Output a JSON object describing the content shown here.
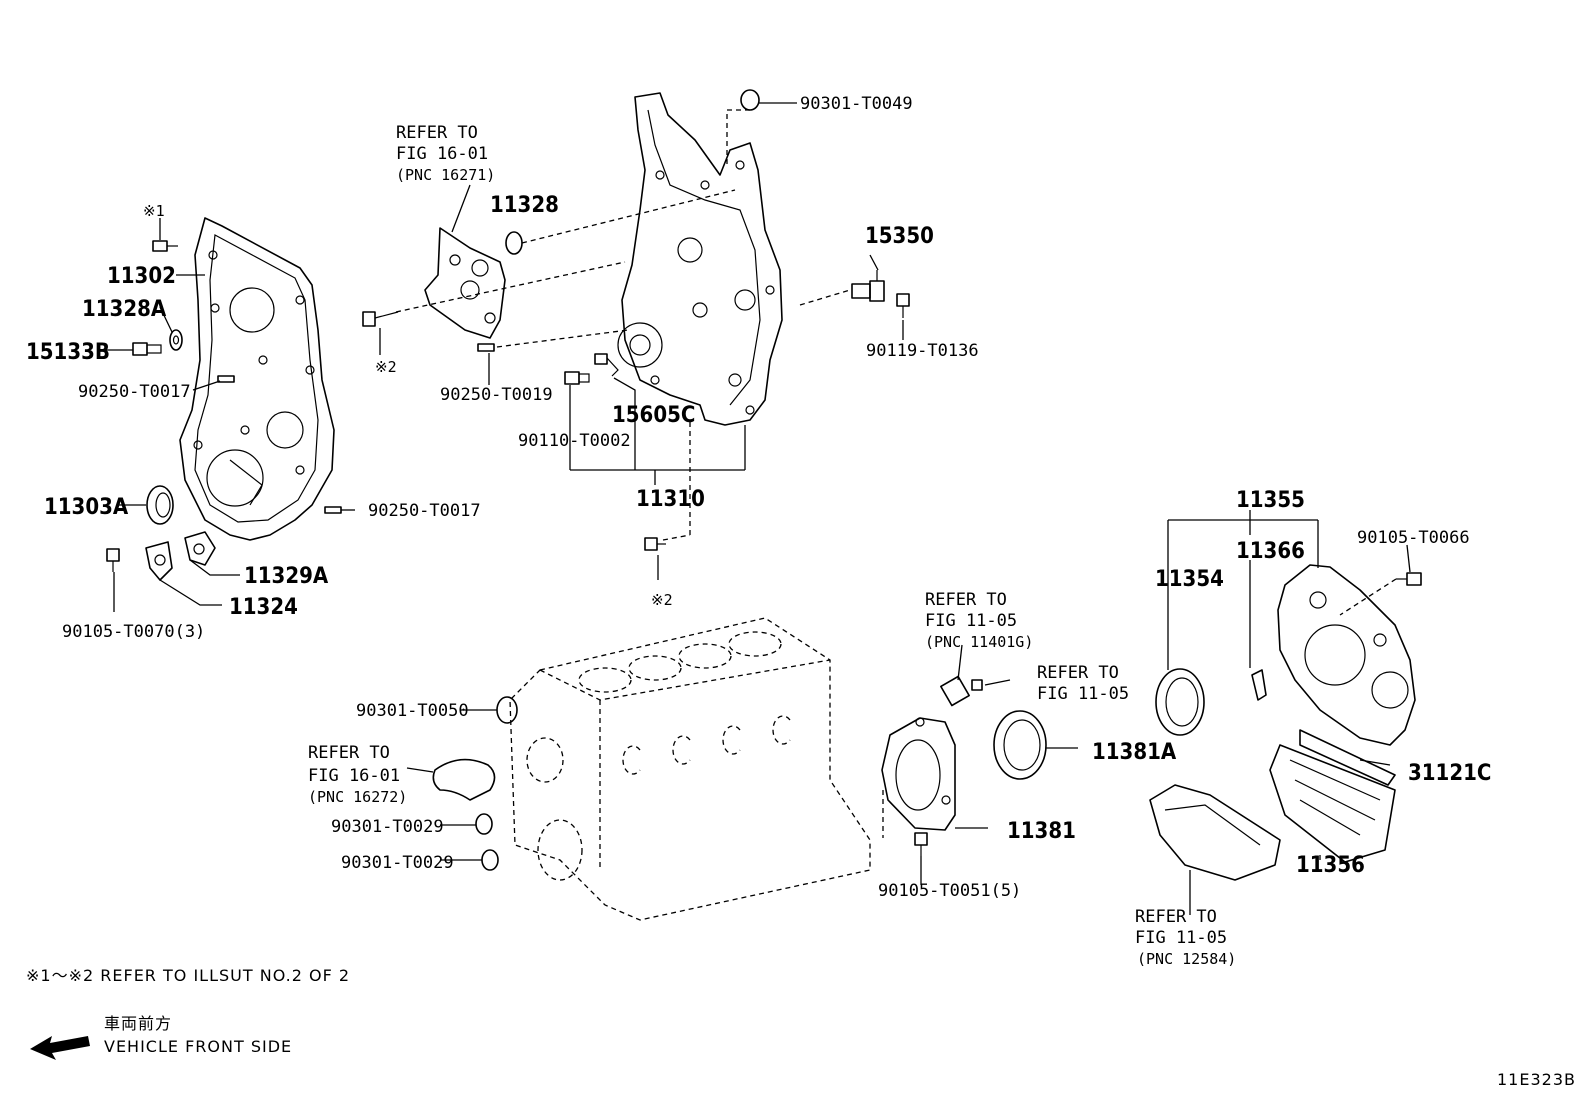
{
  "callouts": {
    "c_90301_T0049": "90301-T0049",
    "ref1_line1": "REFER TO",
    "ref1_line2": "FIG 16-01",
    "ref1_line3": "(PNC 16271)",
    "c_11328": "11328",
    "mark1": "※1",
    "c_11302": "11302",
    "c_11328A": "11328A",
    "c_15133B": "15133B",
    "c_90250_T0017_a": "90250-T0017",
    "mark2_a": "※2",
    "c_90250_T0019": "90250-T0019",
    "c_15350": "15350",
    "c_90119_T0136": "90119-T0136",
    "c_15605C": "15605C",
    "c_90110_T0002": "90110-T0002",
    "c_11310": "11310",
    "c_11303A": "11303A",
    "c_90250_T0017_b": "90250-T0017",
    "c_11329A": "11329A",
    "c_11324": "11324",
    "c_90105_T0070": "90105-T0070(3)",
    "mark2_b": "※2",
    "c_11355": "11355",
    "c_90105_T0066": "90105-T0066",
    "c_11366": "11366",
    "c_11354": "11354",
    "ref2_line1": "REFER TO",
    "ref2_line2": "FIG 11-05",
    "ref2_line3": "(PNC 11401G)",
    "ref3_line1": "REFER TO",
    "ref3_line2": "FIG 11-05",
    "c_90301_T0050": "90301-T0050",
    "ref4_line1": "REFER TO",
    "ref4_line2": "FIG 16-01",
    "ref4_line3": "(PNC 16272)",
    "c_90301_T0029_a": "90301-T0029",
    "c_90301_T0029_b": "90301-T0029",
    "c_11381A": "11381A",
    "c_31121C": "31121C",
    "c_11381": "11381",
    "c_90105_T0051": "90105-T0051(5)",
    "c_11356": "11356",
    "ref5_line1": "REFER TO",
    "ref5_line2": "FIG 11-05",
    "ref5_line3": "(PNC 12584)"
  },
  "footer": {
    "note": "※1～※2 REFER TO ILLSUT NO.2 OF 2",
    "front_jp": "車両前方",
    "front_en": "VEHICLE FRONT SIDE",
    "illustration_id": "11E323B"
  }
}
